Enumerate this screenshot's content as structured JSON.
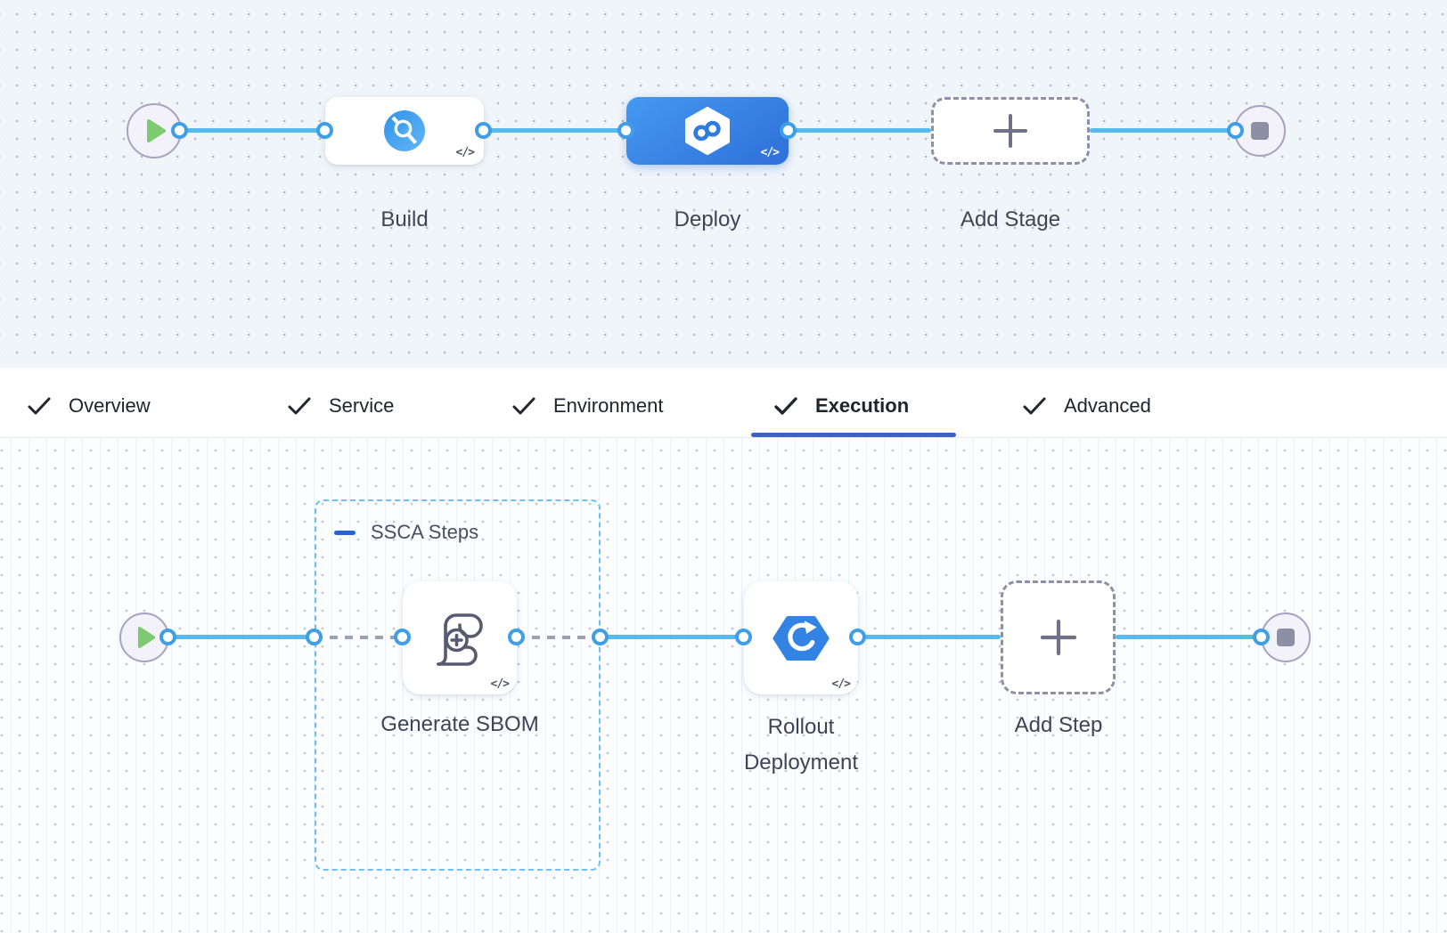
{
  "top_pipeline": {
    "stages": [
      {
        "label": "Build",
        "state": "default"
      },
      {
        "label": "Deploy",
        "state": "selected"
      },
      {
        "label": "Add Stage",
        "state": "add"
      }
    ]
  },
  "tabs": [
    {
      "label": "Overview",
      "checked": true,
      "active": false
    },
    {
      "label": "Service",
      "checked": true,
      "active": false
    },
    {
      "label": "Environment",
      "checked": true,
      "active": false
    },
    {
      "label": "Execution",
      "checked": true,
      "active": true
    },
    {
      "label": "Advanced",
      "checked": true,
      "active": false
    }
  ],
  "execution_pipeline": {
    "group": {
      "label": "SSCA Steps",
      "collapsed": false
    },
    "steps": [
      {
        "label": "Generate SBOM"
      },
      {
        "label": "Rollout Deployment"
      }
    ],
    "add_step_label": "Add Step"
  },
  "icons": {
    "code_badge": "</>"
  },
  "colors": {
    "connector_blue": "#58b9ed",
    "port_ring": "#3f9ee6",
    "selected_stage_blue": "#3b82e8",
    "active_tab_underline": "#3a62c9",
    "group_border_blue": "#6fc0f0",
    "play_green": "#7ccb70",
    "stop_gray": "#8d90a5",
    "dashed_border_gray": "#8f90a6",
    "top_canvas_bg": "#f0f5f9",
    "bottom_canvas_bg": "#fcfdfe"
  }
}
